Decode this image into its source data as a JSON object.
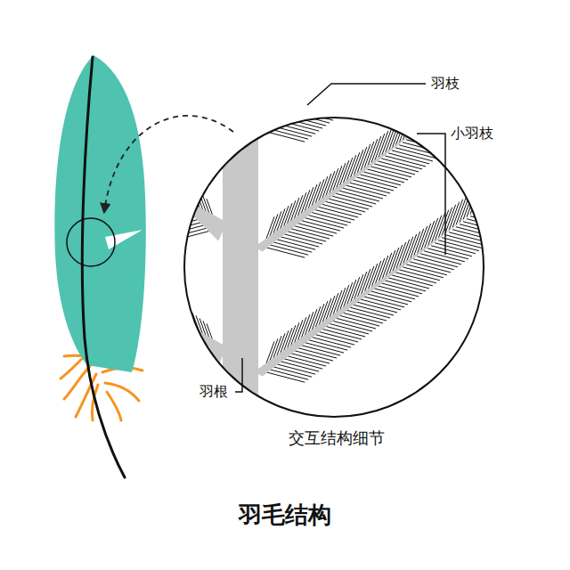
{
  "diagram": {
    "title": "羽毛结构",
    "labels": [
      "羽枝",
      "小羽枝",
      "羽根",
      "交互结构细节"
    ]
  }
}
